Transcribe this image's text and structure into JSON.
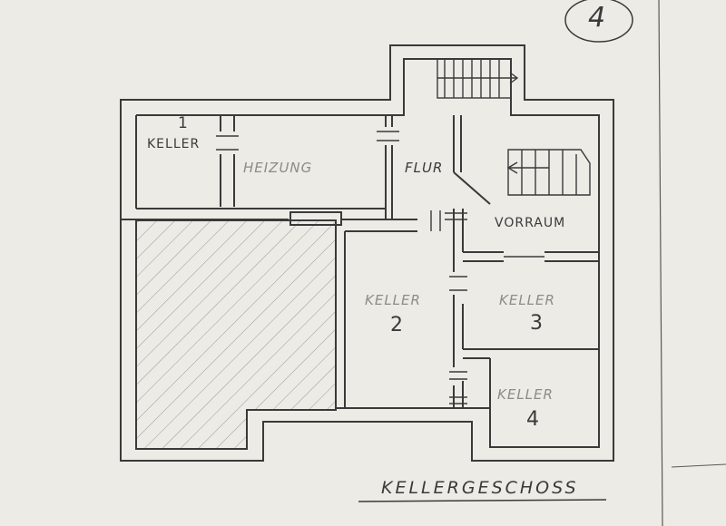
{
  "sheet_number": "4",
  "plan_title": "KELLERGESCHOSS",
  "rooms": [
    {
      "id": "keller1",
      "name": "KELLER",
      "number": "1"
    },
    {
      "id": "heizung",
      "name": "HEIZUNG",
      "number": ""
    },
    {
      "id": "flur",
      "name": "FLUR",
      "number": ""
    },
    {
      "id": "vorraum",
      "name": "VORRAUM",
      "number": ""
    },
    {
      "id": "keller2",
      "name": "KELLER",
      "number": "2"
    },
    {
      "id": "keller3",
      "name": "KELLER",
      "number": "3"
    },
    {
      "id": "keller4",
      "name": "KELLER",
      "number": "4"
    }
  ],
  "colors": {
    "paper": "#ecebe6",
    "ink": "#3a3a3a",
    "faint": "#8c8c88"
  }
}
